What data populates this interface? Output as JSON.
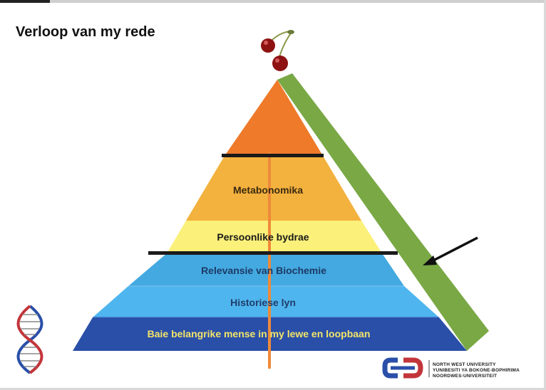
{
  "slide": {
    "title": "Verloop van my rede"
  },
  "pyramid": {
    "layers": [
      {
        "label": "",
        "color": "#ee7a2a"
      },
      {
        "label": "Metabonomika",
        "color": "#f3b13e"
      },
      {
        "label": "Persoonlike bydrae",
        "color": "#fbf07a"
      },
      {
        "label": "Relevansie van Biochemie",
        "color": "#43a9e0"
      },
      {
        "label": "Historiese lyn",
        "color": "#4fb5ee"
      },
      {
        "label": "Baie belangrike mense in my lewe en loopbaan",
        "color": "#2a4fa8"
      }
    ],
    "side_color": "#79a845",
    "center_line_color": "#ef8a3a",
    "divider_color": "#1a1a1a"
  },
  "logo": {
    "lines": [
      "NORTH WEST UNIVERSITY",
      "YUNIBESITI YA BOKONE-BOPHIRIMA",
      "NOORDWES-UNIVERSITEIT"
    ]
  }
}
